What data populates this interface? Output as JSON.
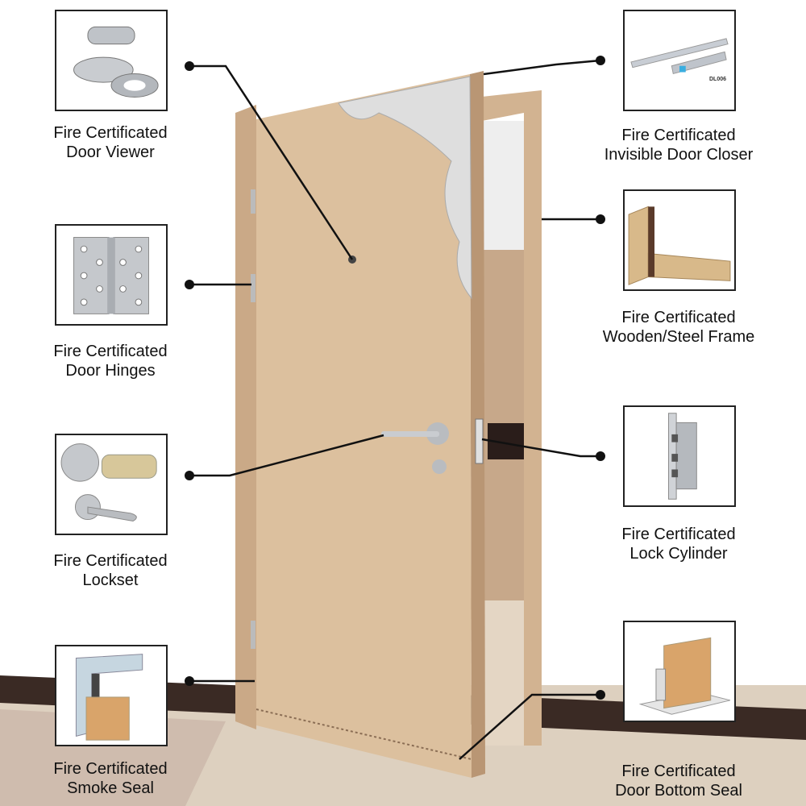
{
  "callouts": {
    "left": [
      {
        "line1": "Fire Certificated",
        "line2": "Door Viewer",
        "icon": "door-viewer-icon"
      },
      {
        "line1": "Fire Certificated",
        "line2": "Door Hinges",
        "icon": "door-hinge-icon"
      },
      {
        "line1": "Fire Certificated",
        "line2": "Lockset",
        "icon": "lockset-icon"
      },
      {
        "line1": "Fire Certificated",
        "line2": "Smoke Seal",
        "icon": "smoke-seal-icon"
      }
    ],
    "right": [
      {
        "line1": "Fire Certificated",
        "line2": "Invisible Door Closer",
        "icon": "door-closer-icon",
        "code": "DL006"
      },
      {
        "line1": "Fire Certificated",
        "line2": "Wooden/Steel Frame",
        "icon": "door-frame-icon"
      },
      {
        "line1": "Fire Certificated",
        "line2": "Lock Cylinder",
        "icon": "lock-cylinder-icon"
      },
      {
        "line1": "Fire Certificated",
        "line2": "Door Bottom Seal",
        "icon": "door-bottom-seal-icon"
      }
    ]
  },
  "colors": {
    "door": "#d9bc9a",
    "frame": "#c9a783",
    "baseboard": "#3a2a24",
    "floor": "#d8c9b4",
    "core": "#dcdcdc",
    "leader": "#111111"
  }
}
